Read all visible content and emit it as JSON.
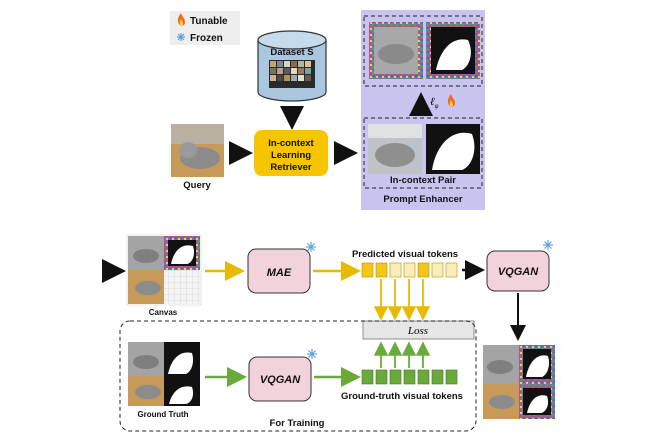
{
  "legend": {
    "tunable": "Tunable",
    "frozen": "Frozen",
    "tunable_icon": "flame-icon",
    "frozen_icon": "snowflake-icon"
  },
  "top": {
    "dataset_label": "Dataset S",
    "query_label": "Query",
    "retriever_lines": [
      "In-context",
      "Learning",
      "Retriever"
    ],
    "loss_symbol": "ℓ",
    "loss_subscript": "φ",
    "in_context_pair_label": "In-context Pair",
    "prompt_enhancer_label": "Prompt Enhancer"
  },
  "bottom": {
    "canvas_label": "Canvas",
    "mae_label": "MAE",
    "predicted_tokens_label": "Predicted visual tokens",
    "vqgan_label": "VQGAN",
    "loss_label": "Loss",
    "ground_truth_label": "Ground Truth",
    "training_vqgan_label": "VQGAN",
    "gt_tokens_label": "Ground-truth visual tokens",
    "for_training_label": "For Training"
  },
  "colors": {
    "prompt_enhancer_bg": "#c9c3ef",
    "retriever_fill": "#f7c400",
    "module_fill": "#f2d3db",
    "predicted_token": "#f5c518",
    "predicted_token_light": "#fbedb6",
    "gt_token": "#6aaa3a",
    "loss_fill": "#e6e6e6",
    "arrow_yellow": "#e8b900",
    "arrow_green": "#6aaa3a",
    "cylinder": "#a9c8df"
  }
}
